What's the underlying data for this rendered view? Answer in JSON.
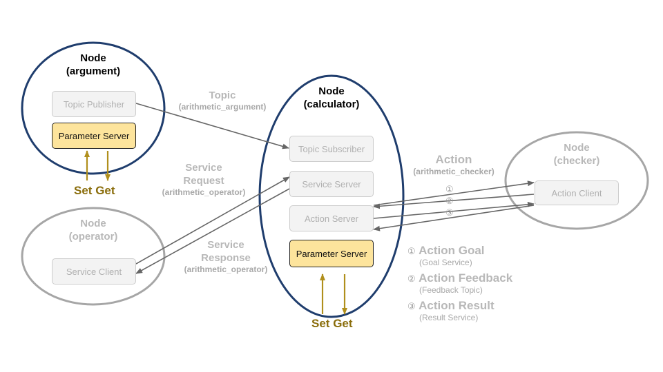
{
  "nodes": {
    "argument": {
      "title1": "Node",
      "title2": "(argument)"
    },
    "calculator": {
      "title1": "Node",
      "title2": "(calculator)"
    },
    "operator": {
      "title1": "Node",
      "title2": "(operator)"
    },
    "checker": {
      "title1": "Node",
      "title2": "(checker)"
    }
  },
  "boxes": {
    "topic_publisher": "Topic Publisher",
    "param_server_argument": "Parameter Server",
    "topic_subscriber": "Topic Subscriber",
    "service_server": "Service Server",
    "action_server": "Action Server",
    "param_server_calculator": "Parameter Server",
    "service_client": "Service Client",
    "action_client": "Action Client"
  },
  "labels": {
    "topic": {
      "title": "Topic",
      "sub": "(arithmetic_argument)"
    },
    "service_request": {
      "title1": "Service",
      "title2": "Request",
      "sub": "(arithmetic_operator)"
    },
    "service_response": {
      "title1": "Service",
      "title2": "Response",
      "sub": "(arithmetic_operator)"
    },
    "action": {
      "title": "Action",
      "sub": "(arithmetic_checker)"
    }
  },
  "set_get": {
    "set": "Set",
    "get": "Get"
  },
  "action_markers": [
    "①",
    "②",
    "③"
  ],
  "legend": [
    {
      "marker": "①",
      "title": "Action Goal",
      "sub": "(Goal Service)"
    },
    {
      "marker": "②",
      "title": "Action Feedback",
      "sub": "(Feedback Topic)"
    },
    {
      "marker": "③",
      "title": "Action Result",
      "sub": "(Result Service)"
    }
  ],
  "colors": {
    "active_node_border": "#1f3d6d",
    "inactive_node_border": "#a6a6a6",
    "arrow": "#666666",
    "param_arrow": "#b08f1c",
    "param_fill": "#fde49c"
  }
}
